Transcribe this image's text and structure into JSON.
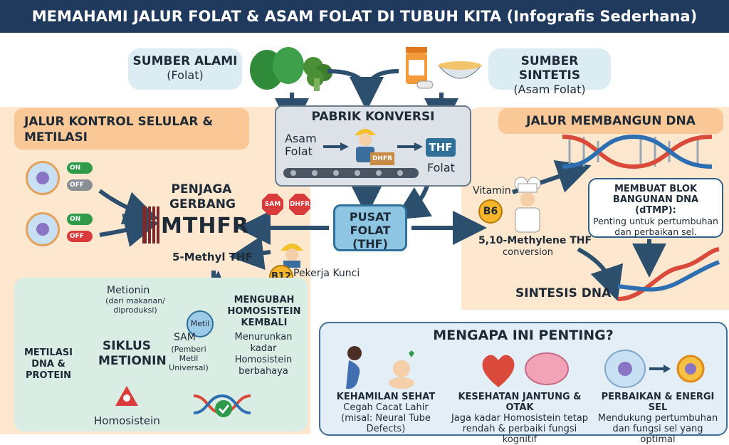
{
  "title": "MEMAHAMI JALUR FOLAT & ASAM FOLAT DI TUBUH KITA (Infografis Sederhana)",
  "sources": {
    "natural_title": "SUMBER ALAMI",
    "natural_sub": "(Folat)",
    "synthetic_title": "SUMBER SINTETIS",
    "synthetic_sub": "(Asam Folat)"
  },
  "factory": {
    "title": "PABRIK KONVERSI",
    "input": "Asam Folat",
    "enzyme": "DHFR",
    "output_tag": "THF",
    "output_label": "Folat"
  },
  "left_header": "JALUR KONTROL SELULAR & METILASI",
  "right_header": "JALUR MEMBANGUN DNA",
  "toggles": [
    "ON",
    "OFF",
    "ON",
    "OFF"
  ],
  "gate": {
    "title": "PENJAGA GERBANG",
    "enzyme": "MTHFR",
    "sign_1": "SAM",
    "sign_2": "DHFR",
    "product": "5-Methyl THF"
  },
  "hub": "PUSAT FOLAT (THF)",
  "worker": {
    "badge": "B12",
    "label": "Pekerja Kunci"
  },
  "vitamin": {
    "label": "Vitamin",
    "badge": "B6"
  },
  "conversion": {
    "line_1": "5,10-Methylene THF",
    "line_2": "conversion"
  },
  "dtmp": {
    "title": "MEMBUAT BLOK BANGUNAN DNA (dTMP):",
    "text": "Penting untuk pertumbuhan dan perbaikan sel."
  },
  "dna_synthesis": "SINTESIS DNA",
  "cycle": {
    "title": "SIKLUS METIONIN",
    "metionin": "Metionin",
    "metionin_sub": "(dari makanan/ diproduksi)",
    "metil": "Metil",
    "sam": "SAM",
    "sam_sub": "(Pemberi Metil Universal)",
    "homocysteine": "Homosistein",
    "methylation": "METILASI DNA & PROTEIN",
    "recycle_title": "MENGUBAH HOMOSISTEIN KEMBALI",
    "recycle_text": "Menurunkan kadar Homosistein berbahaya"
  },
  "why": {
    "title": "MENGAPA INI PENTING?",
    "items": [
      {
        "head": "KEHAMILAN SEHAT",
        "line_1": "Cegah Cacat Lahir",
        "line_2": "(misal: Neural Tube Defects)"
      },
      {
        "head": "KESEHATAN JANTUNG & OTAK",
        "line_1": "Jaga kadar Homosistein tetap",
        "line_2": "rendah & perbaiki fungsi kognitif"
      },
      {
        "head": "PERBAIKAN & ENERGI SEL",
        "line_1": "Mendukung pertumbuhan",
        "line_2": "dan fungsi sel yang optimal"
      }
    ]
  },
  "colors": {
    "title_bar": "#1f3a5c",
    "panel_orange": "#fde7cf",
    "header_orange": "#f9c896",
    "hub_blue": "#8ec5e3",
    "arrow": "#2c4f6e",
    "cycle_green": "#d9ede4",
    "dna_red": "#d94a3a",
    "dna_blue": "#2d6fb0"
  }
}
